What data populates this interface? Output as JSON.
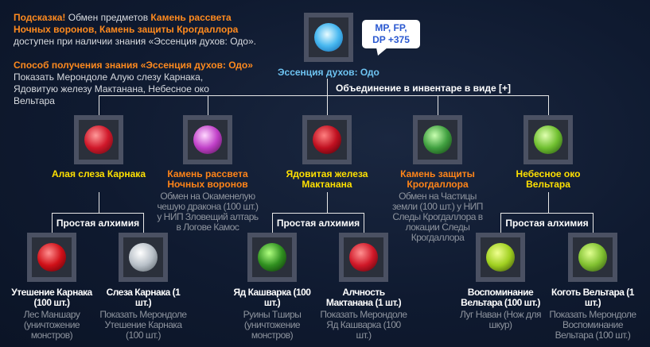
{
  "hint": {
    "label": "Подсказка!",
    "text1": " Обмен предметов ",
    "items": "Камень рассвета Ночных воронов, Камень защиты Крогдаллора",
    "text2": " доступен при наличии знания «Эссенция духов: Одо».",
    "method_title": "Способ получения знания «Эссенция духов: Одо»",
    "method_text": "Показать Мерондоле Алую слезу Карнака, Ядовитую железу Мактанана, Небесное око Вельтара"
  },
  "top": {
    "name": "Эссенция духов: Одо",
    "bubble_line1": "MP, FP,",
    "bubble_line2": "DP +375",
    "combine": "Объединение в инвентаре в виде [+]"
  },
  "mid": [
    {
      "name": "Алая слеза Карнака",
      "desc": ""
    },
    {
      "name": "Камень рассвета Ночных воронов",
      "desc": "Обмен на Окаменелую чешую дракона (100 шт.) у НИП Зловещий алтарь в Логове Камос"
    },
    {
      "name": "Ядовитая железа Мактанана",
      "desc": ""
    },
    {
      "name": "Камень защиты Крогдаллора",
      "desc": "Обмен на Частицы земли (100 шт.) у НИП Следы Крогдаллора в локации Следы Крогдаллора"
    },
    {
      "name": "Небесное око Вельтара",
      "desc": ""
    }
  ],
  "alchemy_label": "Простая алхимия",
  "bottom": [
    {
      "name": "Утешение Карнака (100 шт.)",
      "desc": "Лес Маншару (уничтожение монстров)"
    },
    {
      "name": "Слеза Карнака (1 шт.)",
      "desc": "Показать Мерондоле Утешение Карнака (100 шт.)"
    },
    {
      "name": "Яд Кашварка (100 шт.)",
      "desc": "Руины Тширы (уничтожение монстров)"
    },
    {
      "name": "Алчность Мактанана (1 шт.)",
      "desc": "Показать Мерондоле Яд Кашварка (100 шт.)"
    },
    {
      "name": "Воспоминание Вельтара (100 шт.)",
      "desc": "Луг Наван (Нож для шкур)"
    },
    {
      "name": "Коготь Вельтара (1 шт.)",
      "desc": "Показать Мерондоле Воспоминание Вельтара (100 шт.)"
    }
  ]
}
